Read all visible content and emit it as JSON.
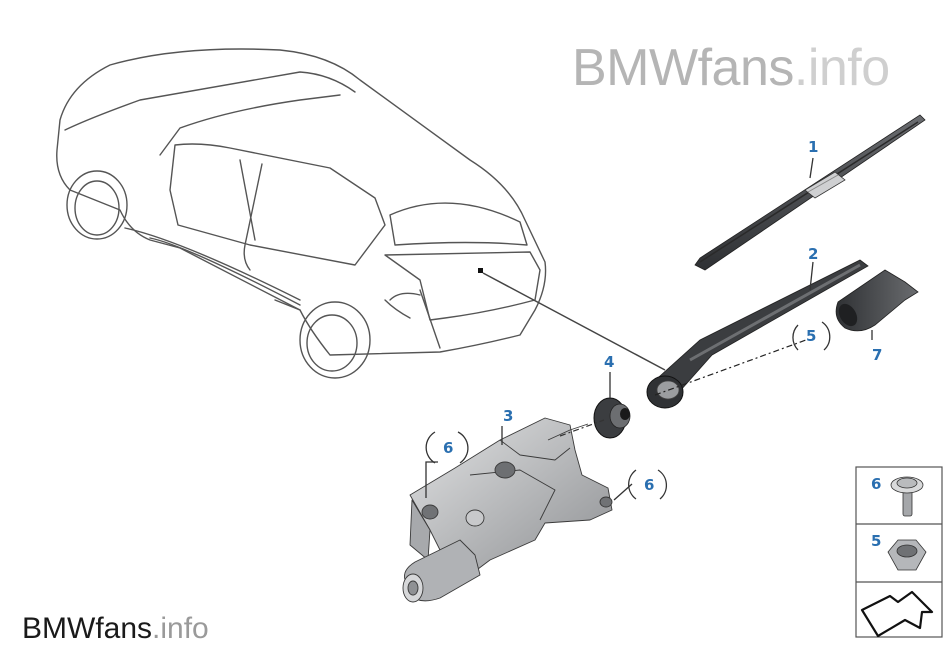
{
  "watermark": {
    "top": {
      "brand": "BMWfans",
      "suffix": ".info"
    },
    "bottom": {
      "brand": "BMWfans",
      "suffix": ".info"
    }
  },
  "callouts": {
    "blade": "1",
    "arm": "2",
    "motor": "3",
    "grommet": "4",
    "nut": "5",
    "bolt": "6",
    "bolt_2": "6",
    "cap": "7"
  },
  "legend": {
    "bolt": "6",
    "nut": "5"
  },
  "colors": {
    "callout": "#2a6fb0",
    "part_dark": "#3b3d40",
    "part_mid": "#8a8c8f",
    "part_light": "#c9cacc",
    "outline": "#555555"
  }
}
